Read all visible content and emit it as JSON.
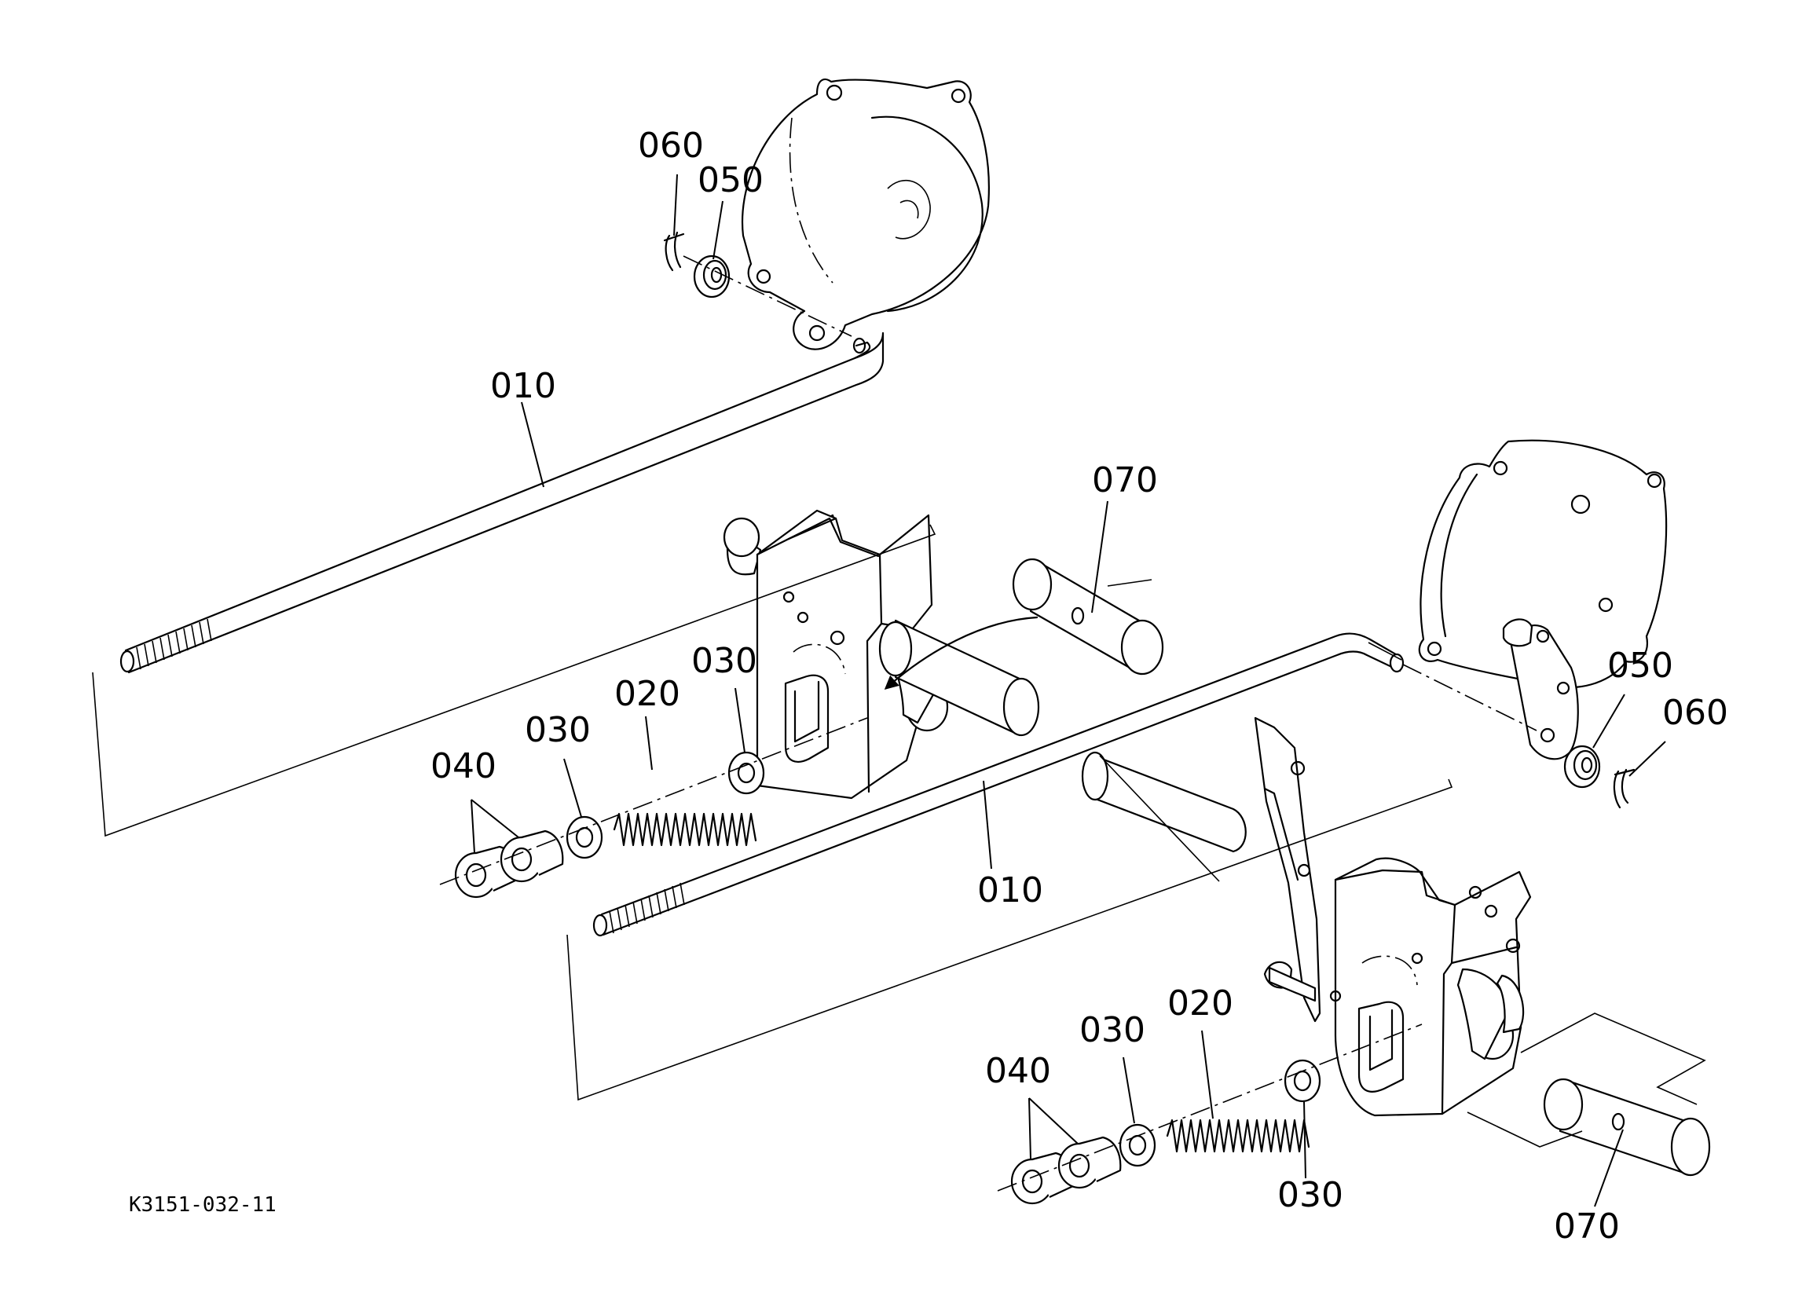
{
  "reference_code": "K3151-032-11",
  "callouts": {
    "top_cotter_pin": "060",
    "top_washer": "050",
    "upper_rod": "010",
    "upper_pin": "070",
    "upper_flat_washer_inner": "030",
    "upper_spring": "020",
    "upper_flat_washer_outer": "030",
    "upper_nuts": "040",
    "right_washer": "050",
    "right_cotter_pin": "060",
    "lower_rod": "010",
    "lower_nuts": "040",
    "lower_flat_washer_outer": "030",
    "lower_spring": "020",
    "lower_flat_washer_inner": "030",
    "lower_pin": "070"
  }
}
